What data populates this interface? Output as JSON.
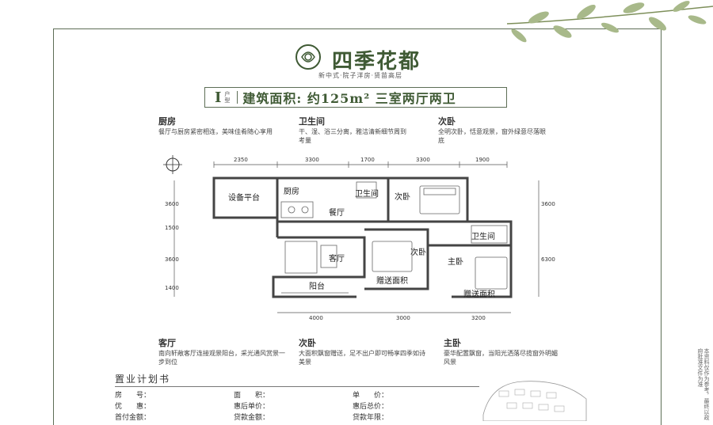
{
  "brand": {
    "name": "四季花都",
    "tagline": "新中式·院子洋房·贤苗高层"
  },
  "banner": {
    "type": "I",
    "type_sub": "户型",
    "title": "建筑面积: 约125m² 三室两厅两卫"
  },
  "notes_top": [
    {
      "heading": "厨房",
      "text": "餐厅与厨房紧密相连，美味佳肴随心享用"
    },
    {
      "heading": "卫生间",
      "text": "干、湿、浴三分离，雅洁清新细节周到考量"
    },
    {
      "heading": "次卧",
      "text": "全明次卧，恬意观景，窗外绿意尽落眼底"
    }
  ],
  "notes_bottom": [
    {
      "heading": "客厅",
      "text": "南向轩敞客厅连接观景阳台，采光通风赏景一步到位"
    },
    {
      "heading": "次卧",
      "text": "大面积飘窗赠送，足不出户即可畅享四季如诗美景"
    },
    {
      "heading": "主卧",
      "text": "豪华配置飘窗，当阳光洒落尽揽窗外明媚风景"
    }
  ],
  "dims_top": [
    "2350",
    "3300",
    "1700",
    "3300",
    "1900"
  ],
  "dims_bottom": [
    "4000",
    "3000",
    "3200"
  ],
  "dims_left": [
    "3600",
    "1500",
    "3600",
    "1400"
  ],
  "dims_right": [
    "3600",
    "6300"
  ],
  "rooms": {
    "equipment": "设备平台",
    "kitchen": "厨房",
    "dining": "餐厅",
    "bath1": "卫生间",
    "bedroom2a": "次卧",
    "living": "客厅",
    "bedroom2b": "次卧",
    "bath2": "卫生间",
    "master": "主卧",
    "balcony": "阳台",
    "bonus1": "赠送面积",
    "bonus2": "赠送面积"
  },
  "form": {
    "title": "置业计划书",
    "rows": [
      [
        "房　　号：",
        "面　　积：",
        "单　　价："
      ],
      [
        "优　　惠：",
        "惠后单价：",
        "惠后总价："
      ],
      [
        "首付金额：",
        "贷款金额：",
        "贷款年限："
      ]
    ]
  },
  "side_note": "本资料仅作为参考，最终以政府批准文件为准"
}
